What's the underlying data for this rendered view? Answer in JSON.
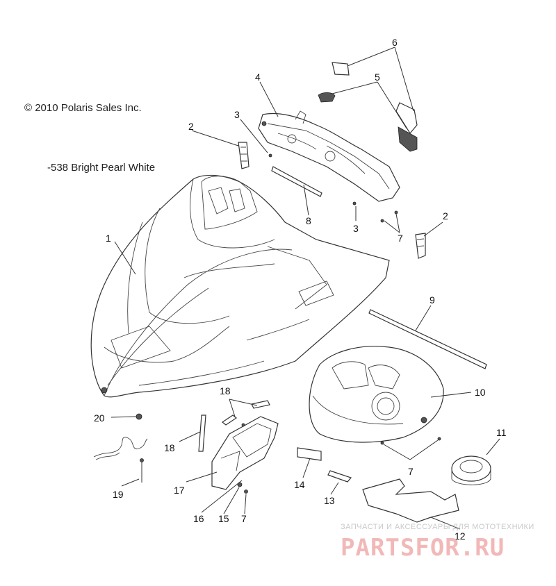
{
  "copyright": "© 2010 Polaris Sales Inc.",
  "color_note": "-538 Bright Pearl White",
  "callouts": {
    "c1": "1",
    "c2a": "2",
    "c2b": "2",
    "c3a": "3",
    "c3b": "3",
    "c4": "4",
    "c5": "5",
    "c6": "6",
    "c7a": "7",
    "c7b": "7",
    "c7c": "7",
    "c8": "8",
    "c9": "9",
    "c10": "10",
    "c11": "11",
    "c12": "12",
    "c13": "13",
    "c14": "14",
    "c15": "15",
    "c16": "16",
    "c17": "17",
    "c18a": "18",
    "c18b": "18",
    "c19": "19",
    "c20": "20"
  },
  "watermark": {
    "subtitle": "ЗАПЧАСТИ И АКСЕССУАРЫ ДЛЯ МОТОТЕХНИКИ",
    "logo": "PARTSFOR.RU"
  }
}
